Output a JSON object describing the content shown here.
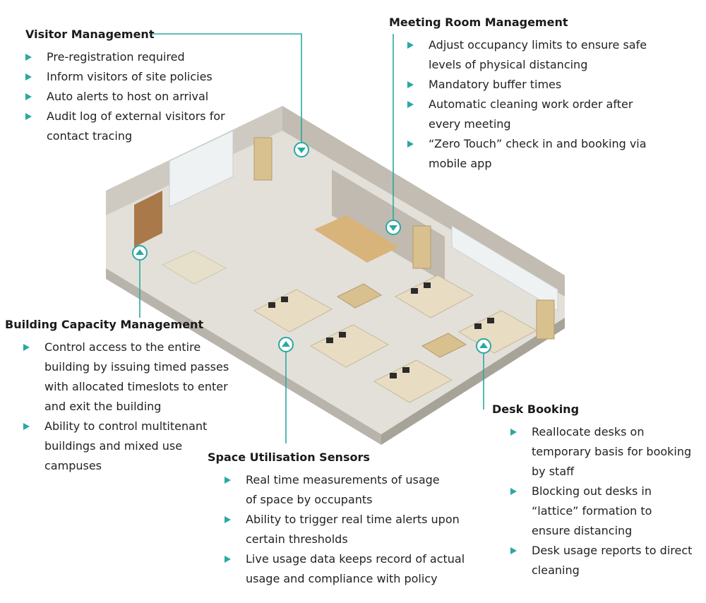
{
  "colors": {
    "accent": "#2aa8a2",
    "text": "#222222",
    "floor": "#d9d5cd",
    "wall": "#bdb7ad"
  },
  "sections": {
    "visitor": {
      "title": "Visitor Management",
      "items": [
        "Pre-registration required",
        "Inform visitors of site policies",
        "Auto alerts to host on arrival",
        "Audit log of external visitors for\ncontact tracing"
      ]
    },
    "meeting": {
      "title": "Meeting Room Management",
      "items": [
        "Adjust occupancy limits to ensure safe\nlevels of physical distancing",
        "Mandatory buffer times",
        "Automatic cleaning work order after\nevery meeting",
        "“Zero Touch” check in and booking via\nmobile app"
      ]
    },
    "building": {
      "title": "Building Capacity Management",
      "items": [
        "Control access to the entire\nbuilding by issuing timed passes\nwith allocated timeslots to enter\nand exit the building",
        "Ability to control multitenant\nbuildings and mixed use\ncampuses"
      ]
    },
    "space": {
      "title": "Space Utilisation Sensors",
      "items": [
        "Real time measurements of usage\nof space by occupants",
        "Ability to trigger real time alerts upon\ncertain thresholds",
        "Live usage data keeps record of actual\nusage and compliance with policy"
      ]
    },
    "desk": {
      "title": "Desk Booking",
      "items": [
        "Reallocate desks on\ntemporary basis for booking\nby staff",
        "Blocking out desks in\n“lattice” formation to\nensure distancing",
        "Desk usage reports to direct\ncleaning"
      ]
    }
  }
}
